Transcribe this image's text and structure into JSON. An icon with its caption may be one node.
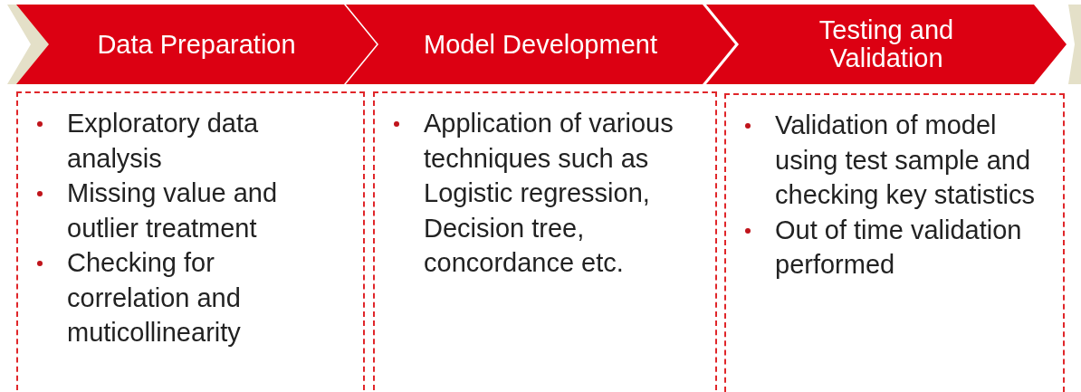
{
  "diagram": {
    "nodes": [
      {
        "text": [],
        "shape": "chevron"
      },
      {
        "text": [
          "Data Preparation"
        ]
      },
      {
        "text": [
          "Model Development"
        ]
      },
      {
        "text": [
          "Testing and Validation"
        ]
      },
      {
        "text": [],
        "shape": "chevron"
      },
      {
        "text": [
          "Exploratory data analysis",
          "Missing value and outlier treatment",
          "Checking for correlation and muticollinearity"
        ]
      },
      {
        "text": [
          "Application of various techniques such as Logistic regression, Decision tree, concordance etc."
        ]
      },
      {
        "text": [
          "Validation of model using test sample and checking key statistics",
          "Out of time validation performed"
        ]
      }
    ],
    "edges": []
  }
}
